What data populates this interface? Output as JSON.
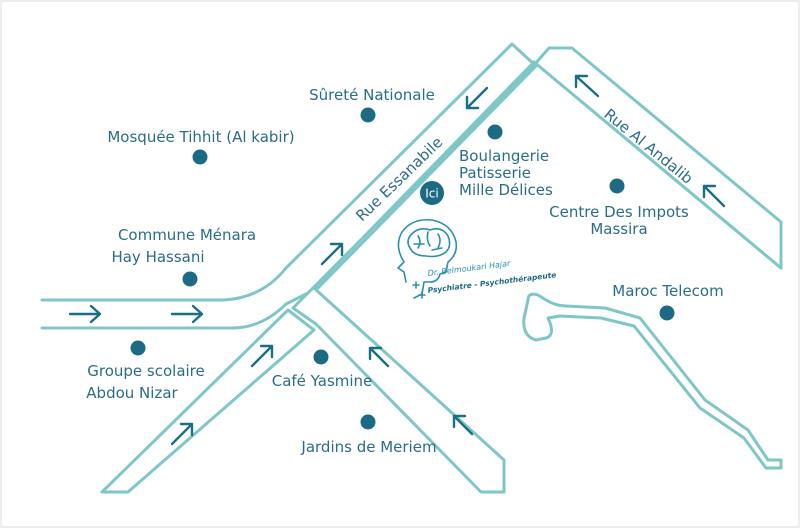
{
  "streets": {
    "essanabile": "Rue Essanabile",
    "al_andalib": "Rue Al Andalib"
  },
  "places": {
    "surete": "Sûreté Nationale",
    "mosquee": "Mosquée Tihhit (Al kabir)",
    "boulangerie": [
      "Boulangerie",
      "Patisserie",
      "Mille Délices"
    ],
    "commune": [
      "Commune Ménara",
      "Hay Hassani"
    ],
    "centre_impots": [
      "Centre Des Impots",
      "Massira"
    ],
    "maroc_telecom": "Maroc Telecom",
    "groupe_scolaire": [
      "Groupe scolaire",
      "Abdou Nizar"
    ],
    "cafe": "Café Yasmine",
    "jardins": "Jardins de Meriem"
  },
  "here_marker": "Ici",
  "logo": {
    "name": "Dr. Belmoukari Hajar",
    "subtitle": "Psychiatre - Psychothérapeute"
  },
  "colors": {
    "road_outline": "#7fc6c8",
    "arrow": "#1a6f87",
    "label": "#2a6d86",
    "dot": "#1d6a85"
  }
}
